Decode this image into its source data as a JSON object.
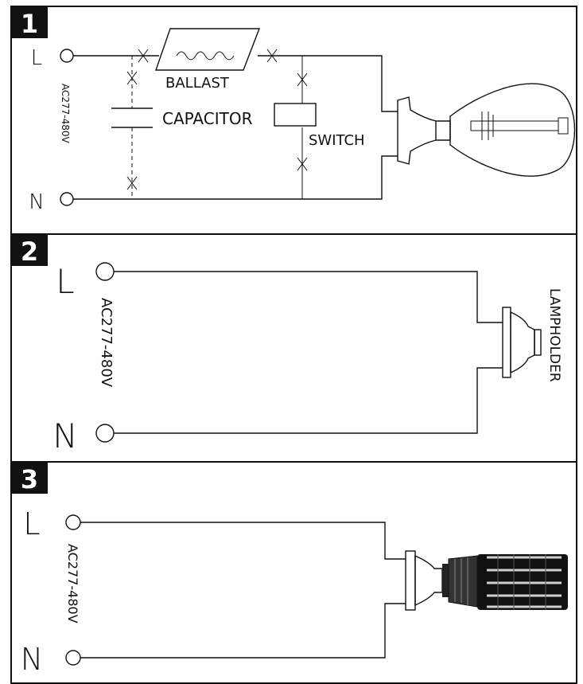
{
  "panels": [
    {
      "number": "1",
      "label_l": "L",
      "label_n": "N",
      "voltage": "AC277-480V",
      "ballast": "BALLAST",
      "capacitor": "CAPACITOR",
      "switch": "SWITCH"
    },
    {
      "number": "2",
      "label_l": "L",
      "label_n": "N",
      "voltage": "AC277-480V",
      "lampholder": "LAMPHOLDER"
    },
    {
      "number": "3",
      "label_l": "L",
      "label_n": "N",
      "voltage": "AC277-480V"
    }
  ],
  "colors": {
    "line": "#111111",
    "badge": "#111111",
    "background": "#ffffff"
  }
}
